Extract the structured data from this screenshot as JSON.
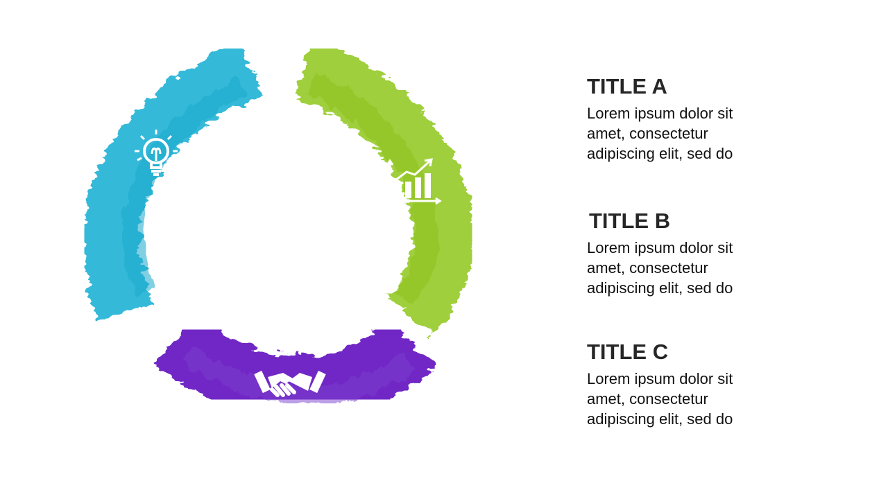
{
  "items": [
    {
      "title": "TITLE A",
      "body": "Lorem ipsum dolor sit\namet, consectetur\nadipiscing elit, sed do",
      "icon": "lightbulb-icon",
      "color": "#29B6D6"
    },
    {
      "title": "TITLE B",
      "body": "Lorem ipsum dolor sit\namet, consectetur\nadipiscing elit, sed do",
      "icon": "growth-chart-icon",
      "color": "#9ACD32"
    },
    {
      "title": "TITLE C",
      "body": "Lorem ipsum dolor sit\namet, consectetur\nadipiscing elit, sed do",
      "icon": "handshake-icon",
      "color": "#6A1FC2"
    }
  ]
}
